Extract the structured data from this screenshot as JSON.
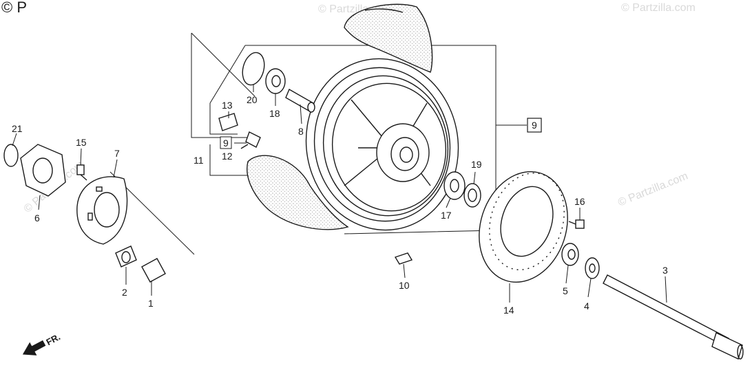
{
  "watermarks": {
    "corner_text": "© P",
    "brand_text": "© Partzilla.com"
  },
  "direction_indicator": {
    "label": "FR."
  },
  "callouts": {
    "c1": "1",
    "c2": "2",
    "c3": "3",
    "c4": "4",
    "c5": "5",
    "c6": "6",
    "c7": "7",
    "c8": "8",
    "c9_box": "9",
    "c9_small": "9",
    "c10": "10",
    "c11": "11",
    "c12": "12",
    "c13": "13",
    "c14": "14",
    "c15": "15",
    "c16": "16",
    "c17": "17",
    "c18": "18",
    "c19": "19",
    "c20": "20",
    "c21": "21"
  },
  "colors": {
    "ink": "#1a1a1a",
    "watermark": "#d9d9d9",
    "background": "#ffffff"
  }
}
